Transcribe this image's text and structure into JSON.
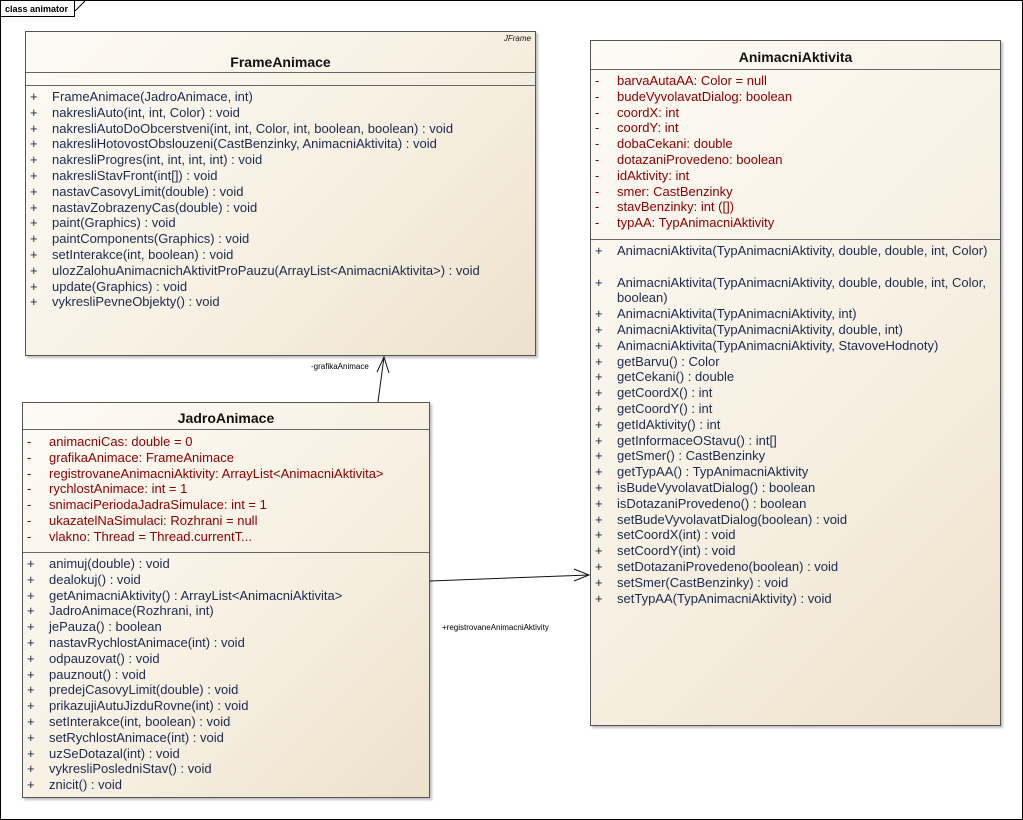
{
  "diagram": {
    "frame_label": "class animator"
  },
  "classes": {
    "frame_animace": {
      "name": "FrameAnimace",
      "stereotype": "JFrame",
      "operations": [
        {
          "vis": "+",
          "text": "FrameAnimace(JadroAnimace, int)"
        },
        {
          "vis": "+",
          "text": "nakresliAuto(int, int, Color) : void"
        },
        {
          "vis": "+",
          "text": "nakresliAutoDoObcerstveni(int, int, Color, int, boolean, boolean) : void"
        },
        {
          "vis": "+",
          "text": "nakresliHotovostObslouzeni(CastBenzinky, AnimacniAktivita) : void"
        },
        {
          "vis": "+",
          "text": "nakresliProgres(int, int, int, int) : void"
        },
        {
          "vis": "+",
          "text": "nakresliStavFront(int[]) : void"
        },
        {
          "vis": "+",
          "text": "nastavCasovyLimit(double) : void"
        },
        {
          "vis": "+",
          "text": "nastavZobrazenyCas(double) : void"
        },
        {
          "vis": "+",
          "text": "paint(Graphics) : void"
        },
        {
          "vis": "+",
          "text": "paintComponents(Graphics) : void"
        },
        {
          "vis": "+",
          "text": "setInterakce(int, boolean) : void"
        },
        {
          "vis": "+",
          "text": "ulozZalohuAnimacnichAktivitProPauzu(ArrayList<AnimacniAktivita>) : void"
        },
        {
          "vis": "+",
          "text": "update(Graphics) : void"
        },
        {
          "vis": "+",
          "text": "vykresliPevneObjekty() : void"
        }
      ]
    },
    "jadro_animace": {
      "name": "JadroAnimace",
      "attributes": [
        {
          "vis": "-",
          "text": "animacniCas:  double = 0"
        },
        {
          "vis": "-",
          "text": "grafikaAnimace:  FrameAnimace"
        },
        {
          "vis": "-",
          "text": "registrovaneAnimacniAktivity:  ArrayList<AnimacniAktivita>"
        },
        {
          "vis": "-",
          "text": "rychlostAnimace:  int = 1"
        },
        {
          "vis": "-",
          "text": "snimaciPeriodaJadraSimulace:  int = 1"
        },
        {
          "vis": "-",
          "text": "ukazatelNaSimulaci:  Rozhrani = null"
        },
        {
          "vis": "-",
          "text": "vlakno:  Thread = Thread.currentT..."
        }
      ],
      "operations": [
        {
          "vis": "+",
          "text": "animuj(double) : void"
        },
        {
          "vis": "+",
          "text": "dealokuj() : void"
        },
        {
          "vis": "+",
          "text": "getAnimacniAktivity() : ArrayList<AnimacniAktivita>"
        },
        {
          "vis": "+",
          "text": "JadroAnimace(Rozhrani, int)"
        },
        {
          "vis": "+",
          "text": "jePauza() : boolean"
        },
        {
          "vis": "+",
          "text": "nastavRychlostAnimace(int) : void"
        },
        {
          "vis": "+",
          "text": "odpauzovat() : void"
        },
        {
          "vis": "+",
          "text": "pauznout() : void"
        },
        {
          "vis": "+",
          "text": "predejCasovyLimit(double) : void"
        },
        {
          "vis": "+",
          "text": "prikazujiAutuJizduRovne(int) : void"
        },
        {
          "vis": "+",
          "text": "setInterakce(int, boolean) : void"
        },
        {
          "vis": "+",
          "text": "setRychlostAnimace(int) : void"
        },
        {
          "vis": "+",
          "text": "uzSeDotazal(int) : void"
        },
        {
          "vis": "+",
          "text": "vykresliPosledniStav() : void"
        },
        {
          "vis": "+",
          "text": "znicit() : void"
        }
      ]
    },
    "animacni_aktivita": {
      "name": "AnimacniAktivita",
      "attributes": [
        {
          "vis": "-",
          "text": "barvaAutaAA:  Color = null"
        },
        {
          "vis": "-",
          "text": "budeVyvolavatDialog:  boolean"
        },
        {
          "vis": "-",
          "text": "coordX:  int"
        },
        {
          "vis": "-",
          "text": "coordY:  int"
        },
        {
          "vis": "-",
          "text": "dobaCekani:  double"
        },
        {
          "vis": "-",
          "text": "dotazaniProvedeno:  boolean"
        },
        {
          "vis": "-",
          "text": "idAktivity:  int"
        },
        {
          "vis": "-",
          "text": "smer:  CastBenzinky"
        },
        {
          "vis": "-",
          "text": "stavBenzinky:  int ([])"
        },
        {
          "vis": "-",
          "text": "typAA:  TypAnimacniAktivity"
        }
      ],
      "operations": [
        {
          "vis": "+",
          "text": "AnimacniAktivita(TypAnimacniAktivity, double, double, int, Color)",
          "lines": 2
        },
        {
          "vis": "+",
          "text": "AnimacniAktivita(TypAnimacniAktivity, double, double, int, Color, boolean)",
          "lines": 2
        },
        {
          "vis": "+",
          "text": "AnimacniAktivita(TypAnimacniAktivity, int)"
        },
        {
          "vis": "+",
          "text": "AnimacniAktivita(TypAnimacniAktivity, double, int)"
        },
        {
          "vis": "+",
          "text": "AnimacniAktivita(TypAnimacniAktivity, StavoveHodnoty)"
        },
        {
          "vis": "+",
          "text": "getBarvu() : Color"
        },
        {
          "vis": "+",
          "text": "getCekani() : double"
        },
        {
          "vis": "+",
          "text": "getCoordX() : int"
        },
        {
          "vis": "+",
          "text": "getCoordY() : int"
        },
        {
          "vis": "+",
          "text": "getIdAktivity() : int"
        },
        {
          "vis": "+",
          "text": "getInformaceOStavu() : int[]"
        },
        {
          "vis": "+",
          "text": "getSmer() : CastBenzinky"
        },
        {
          "vis": "+",
          "text": "getTypAA() : TypAnimacniAktivity"
        },
        {
          "vis": "+",
          "text": "isBudeVyvolavatDialog() : boolean"
        },
        {
          "vis": "+",
          "text": "isDotazaniProvedeno() : boolean"
        },
        {
          "vis": "+",
          "text": "setBudeVyvolavatDialog(boolean) : void"
        },
        {
          "vis": "+",
          "text": "setCoordX(int) : void"
        },
        {
          "vis": "+",
          "text": "setCoordY(int) : void"
        },
        {
          "vis": "+",
          "text": "setDotazaniProvedeno(boolean) : void"
        },
        {
          "vis": "+",
          "text": "setSmer(CastBenzinky) : void"
        },
        {
          "vis": "+",
          "text": "setTypAA(TypAnimacniAktivity) : void"
        }
      ]
    }
  },
  "associations": {
    "grafika": {
      "role": "-grafikaAnimace"
    },
    "registrovane": {
      "role": "+registrovaneAnimacniAktivity"
    }
  }
}
